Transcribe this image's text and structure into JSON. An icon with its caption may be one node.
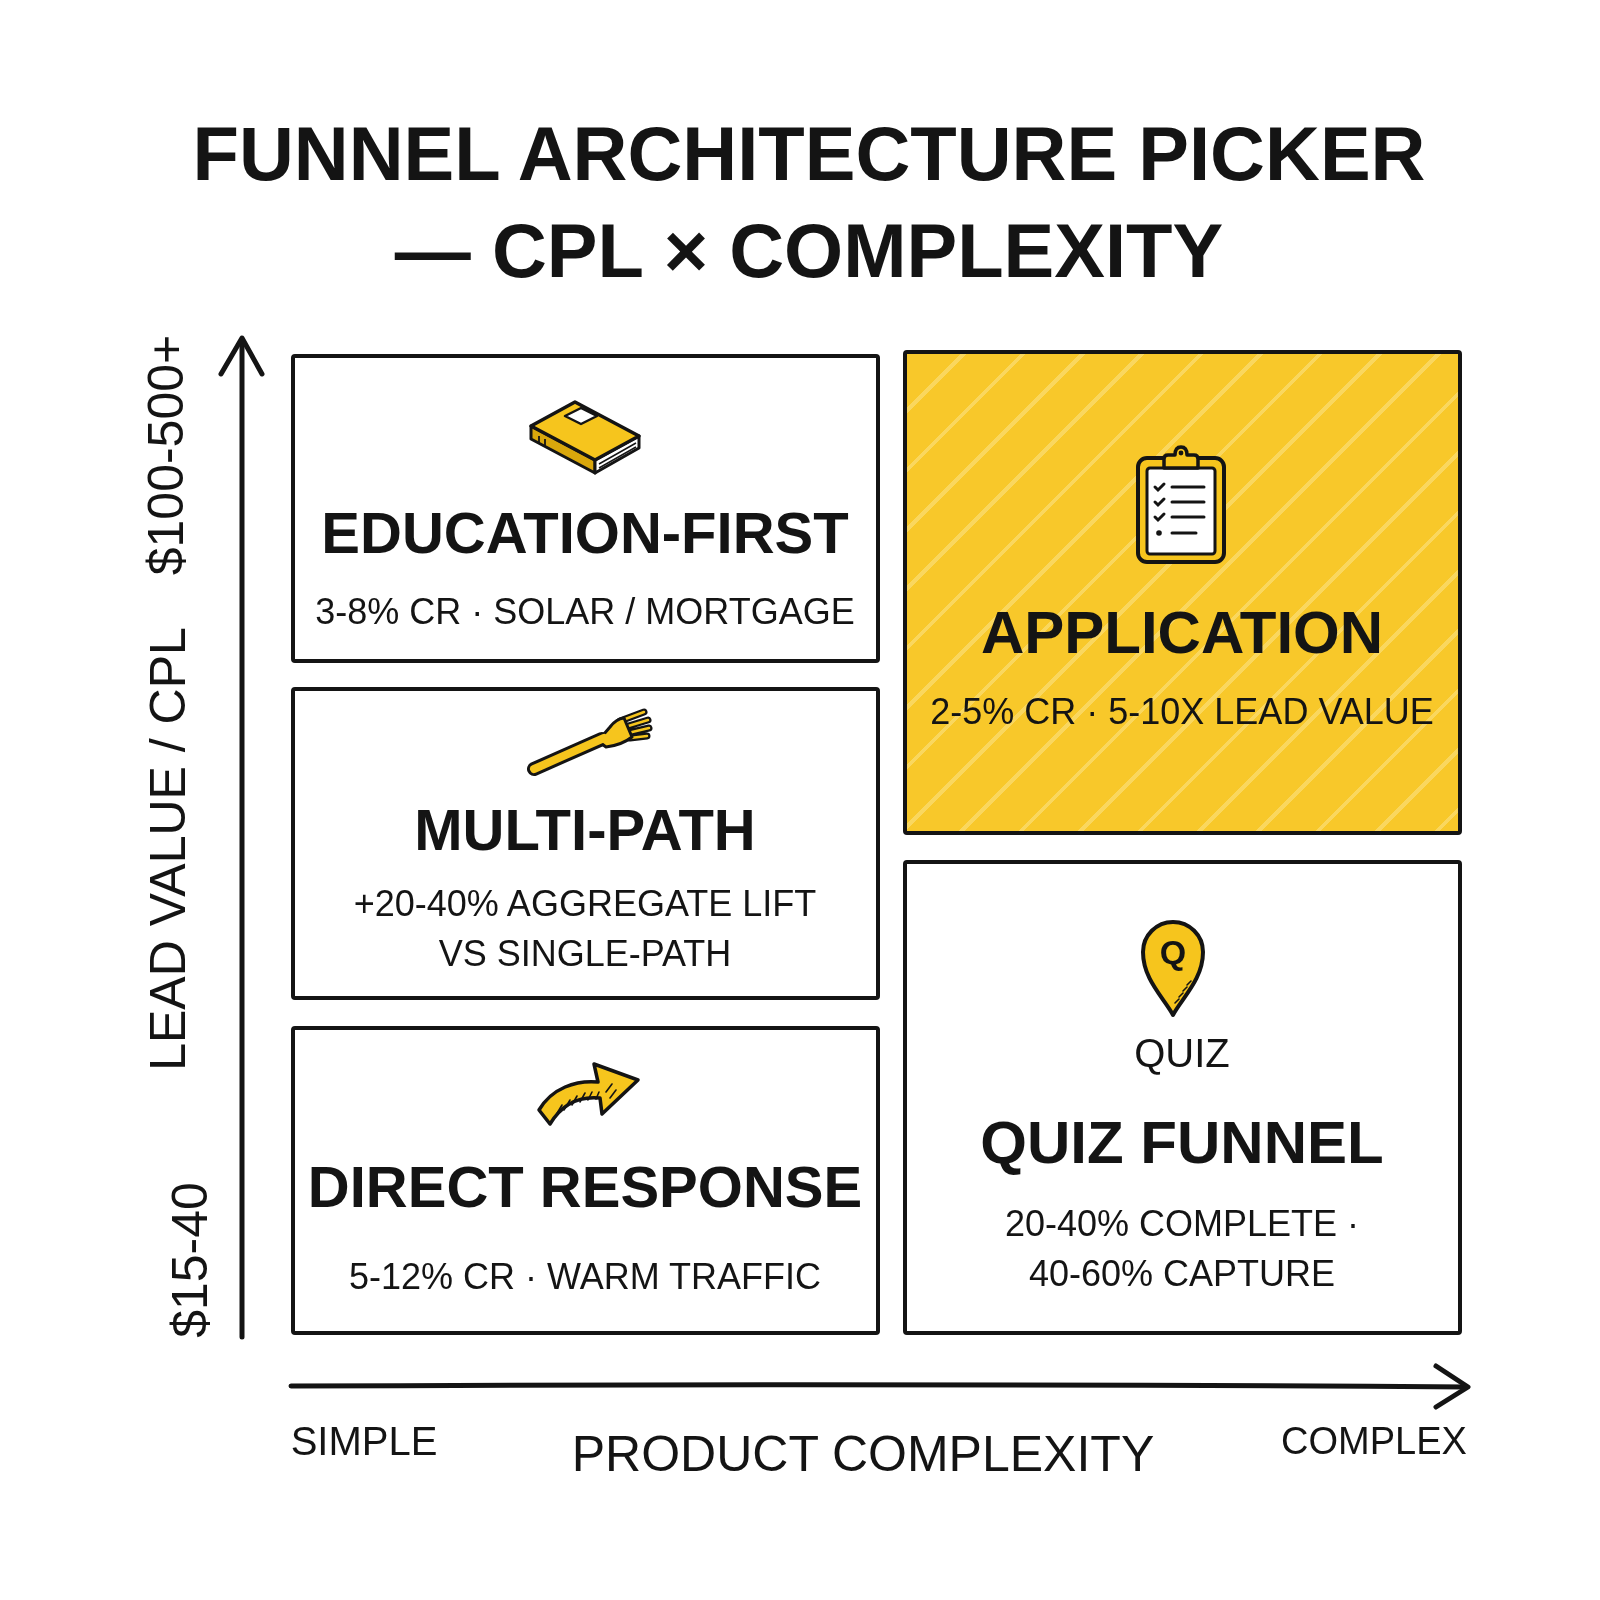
{
  "diagram": {
    "title": "FUNNEL ARCHITECTURE PICKER — CPL × COMPLEXITY",
    "nodes": [
      {
        "text": [
          "EDUCATION-FIRST",
          "3-8% CR · SOLAR / MORTGAGE"
        ]
      },
      {
        "text": [
          "APPLICATION",
          "2-5% CR · 5-10X LEAD VALUE"
        ]
      },
      {
        "text": [
          "MULTI-PATH",
          "+20-40% AGGREGATE LIFT VS SINGLE-PATH"
        ]
      },
      {
        "text": [
          "Q",
          "QUIZ",
          "QUIZ FUNNEL",
          "20-40% COMPLETE · 40-60% CAPTURE"
        ]
      },
      {
        "text": [
          "DIRECT RESPONSE",
          "5-12% CR · WARM TRAFFIC"
        ]
      }
    ],
    "labels": [
      "$100-500+",
      "LEAD VALUE / CPL",
      "$15-40",
      "SIMPLE",
      "PRODUCT COMPLEXITY",
      "COMPLEX"
    ]
  }
}
